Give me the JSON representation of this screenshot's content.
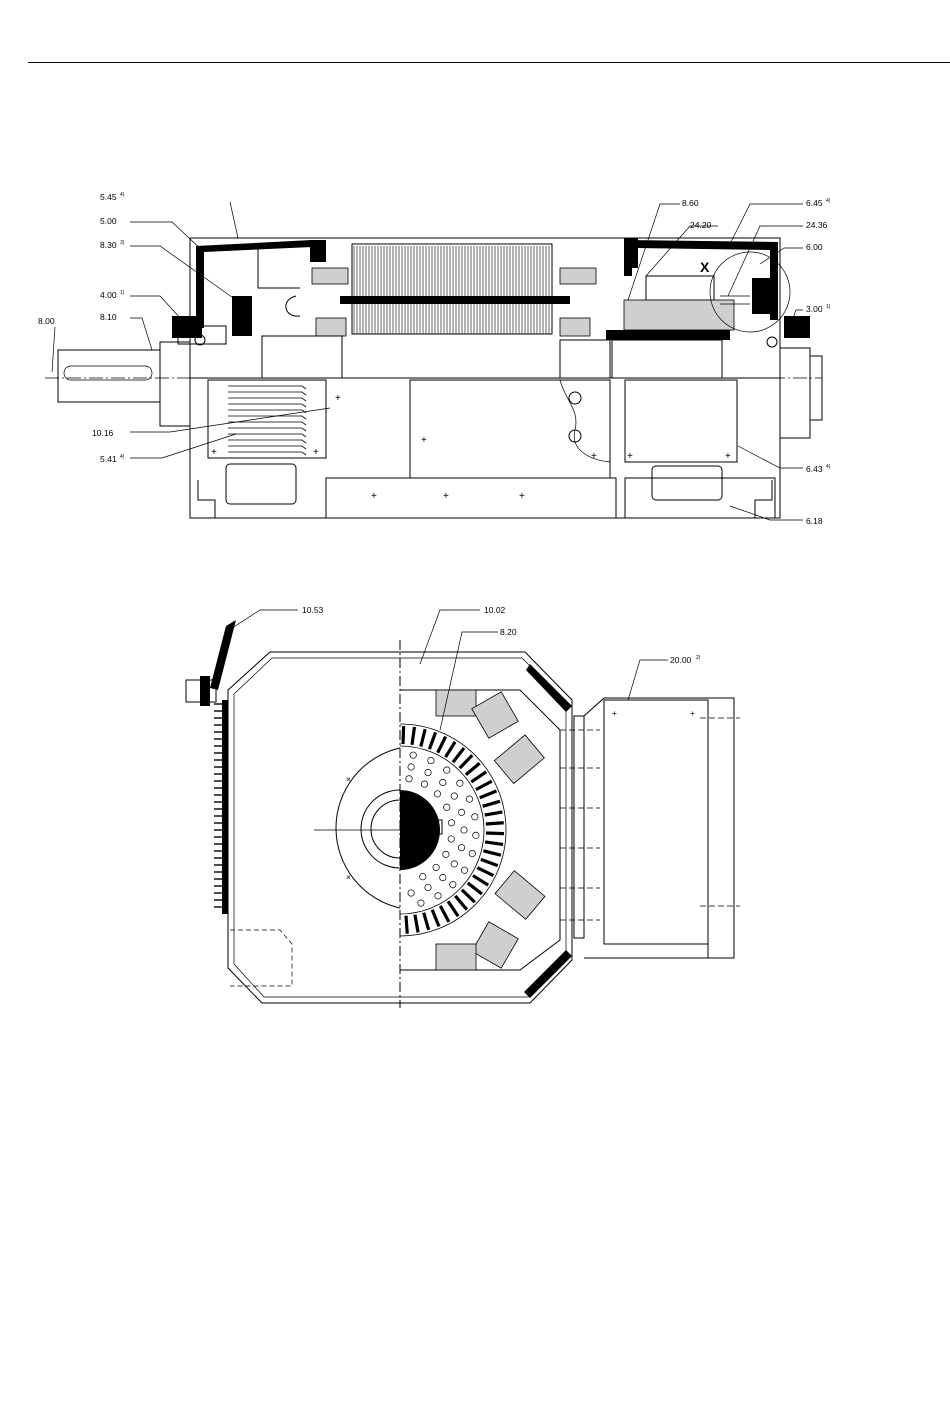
{
  "side_view": {
    "labels": [
      {
        "id": "l545",
        "text": "5.45",
        "sup": "4)"
      },
      {
        "id": "l500",
        "text": "5.00",
        "sup": ""
      },
      {
        "id": "l830",
        "text": "8.30",
        "sup": "3)"
      },
      {
        "id": "l400",
        "text": "4.00",
        "sup": "1)"
      },
      {
        "id": "l810",
        "text": "8.10",
        "sup": ""
      },
      {
        "id": "l800",
        "text": "8.00",
        "sup": ""
      },
      {
        "id": "l1016",
        "text": "10.16",
        "sup": ""
      },
      {
        "id": "l541",
        "text": "5.41",
        "sup": "4)"
      },
      {
        "id": "l860",
        "text": "8.60",
        "sup": ""
      },
      {
        "id": "l2420",
        "text": "24.20",
        "sup": ""
      },
      {
        "id": "l645",
        "text": "6.45",
        "sup": "4)"
      },
      {
        "id": "l2436",
        "text": "24.36",
        "sup": ""
      },
      {
        "id": "l600",
        "text": "6.00",
        "sup": ""
      },
      {
        "id": "l300",
        "text": "3.00",
        "sup": "1)"
      },
      {
        "id": "l643",
        "text": "6.43",
        "sup": "4)"
      },
      {
        "id": "l618",
        "text": "6.18",
        "sup": ""
      }
    ],
    "detail_marker": "X"
  },
  "end_view": {
    "labels": [
      {
        "id": "l1053",
        "text": "10.53",
        "sup": ""
      },
      {
        "id": "l1002",
        "text": "10.02",
        "sup": ""
      },
      {
        "id": "l820",
        "text": "8.20",
        "sup": ""
      },
      {
        "id": "l2000",
        "text": "20.00",
        "sup": "2)"
      }
    ]
  }
}
